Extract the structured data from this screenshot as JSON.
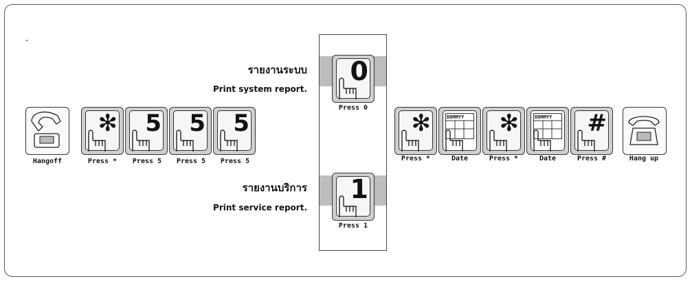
{
  "sections": [
    {
      "thai": "รายงานระบบ",
      "english": "Print system report.",
      "key": "0",
      "caption": "Press 0"
    },
    {
      "thai": "รายงานบริการ",
      "english": "Print service report.",
      "key": "1",
      "caption": "Press 1"
    }
  ],
  "left_sequence": [
    {
      "type": "phone",
      "caption": "Hangoff"
    },
    {
      "type": "key",
      "glyph": "✻",
      "caption": "Press *"
    },
    {
      "type": "key",
      "glyph": "5",
      "caption": "Press 5"
    },
    {
      "type": "key",
      "glyph": "5",
      "caption": "Press 5"
    },
    {
      "type": "key",
      "glyph": "5",
      "caption": "Press 5"
    }
  ],
  "right_sequence": [
    {
      "type": "key",
      "glyph": "✻",
      "caption": "Press *"
    },
    {
      "type": "date",
      "grid_label": "DDMMYY",
      "caption": "Date"
    },
    {
      "type": "key",
      "glyph": "✻",
      "caption": "Press *"
    },
    {
      "type": "date",
      "grid_label": "DDMMYY",
      "caption": "Date"
    },
    {
      "type": "key",
      "glyph": "#",
      "caption": "Press #"
    },
    {
      "type": "phone",
      "caption": "Hang up"
    }
  ],
  "colors": {
    "band": "#bdbdbd",
    "key_rim": "#cfcfcf",
    "ink": "#111111"
  }
}
